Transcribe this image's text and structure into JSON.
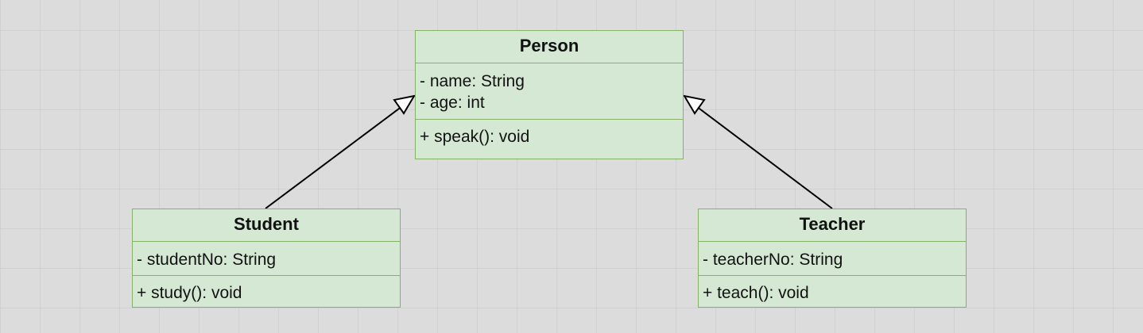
{
  "classes": {
    "person": {
      "name": "Person",
      "attributes": [
        "- name: String",
        "- age: int"
      ],
      "operations": [
        "+ speak(): void"
      ]
    },
    "student": {
      "name": "Student",
      "attributes": [
        "- studentNo: String"
      ],
      "operations": [
        "+ study(): void"
      ]
    },
    "teacher": {
      "name": "Teacher",
      "attributes": [
        "- teacherNo: String"
      ],
      "operations": [
        "+ teach(): void"
      ]
    }
  },
  "relationships": [
    {
      "type": "generalization",
      "from": "Student",
      "to": "Person"
    },
    {
      "type": "generalization",
      "from": "Teacher",
      "to": "Person"
    }
  ],
  "colors": {
    "class_fill": "#d5e8d4",
    "class_border": "#82b366",
    "canvas_background": "#dcdcdc",
    "edge": "#000000"
  }
}
